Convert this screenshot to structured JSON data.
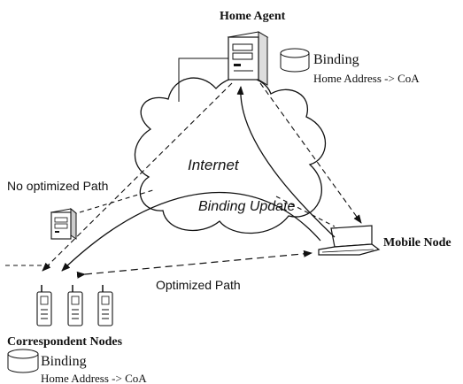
{
  "labels": {
    "home_agent": "Home Agent",
    "ha_binding": "Binding",
    "ha_mapping": "Home Address -> CoA",
    "internet": "Internet",
    "no_optimized_path": "No optimized Path",
    "binding_update": "Binding Update",
    "mobile_node": "Mobile Node",
    "optimized_path": "Optimized Path",
    "correspondent_nodes": "Correspondent Nodes",
    "cn_binding": "Binding",
    "cn_mapping": "Home Address -> CoA"
  },
  "colors": {
    "ink": "#111111",
    "paper": "#ffffff"
  },
  "icons": [
    "server-icon",
    "database-icon",
    "desktop-computer-icon",
    "laptop-icon",
    "mobile-phone-icon"
  ]
}
